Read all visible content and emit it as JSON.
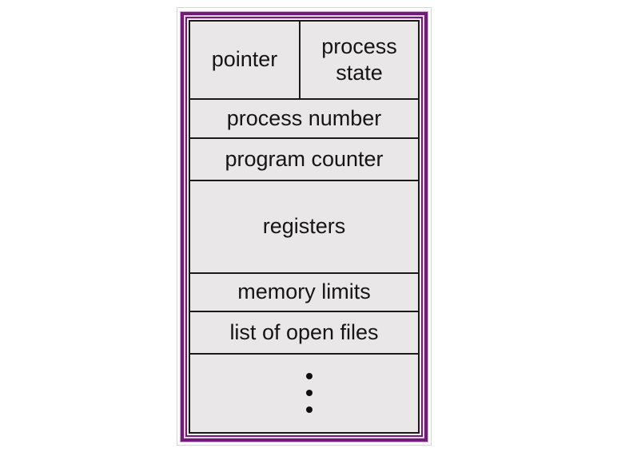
{
  "figure": {
    "type": "process-control-block-diagram",
    "rows": {
      "pointer": "pointer",
      "process_state": "process state",
      "process_number": "process number",
      "program_counter": "program counter",
      "registers": "registers",
      "memory_limits": "memory limits",
      "open_files": "list of open files",
      "ellipsis": "⋮"
    },
    "colors": {
      "page_background": "#ffffff",
      "frame_purple": "#701d78",
      "frame_light_pink": "#d9a6d4",
      "frame_inner_light": "#e6d0e4",
      "cell_fill": "#e9e7e7",
      "table_border": "#1a1a1a"
    }
  }
}
